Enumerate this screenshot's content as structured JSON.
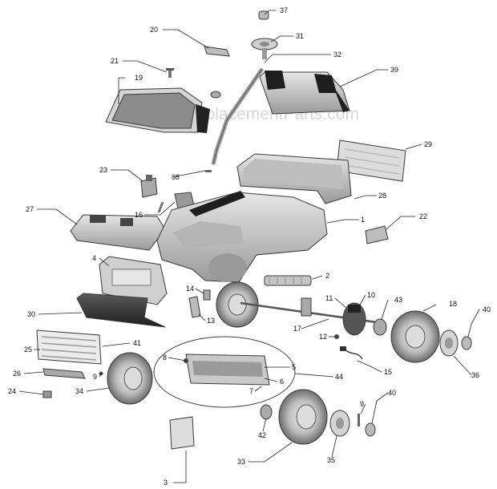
{
  "watermark": "eReplacementParts.com",
  "callouts": [
    {
      "id": "c1",
      "label": "1"
    },
    {
      "id": "c2",
      "label": "2"
    },
    {
      "id": "c3",
      "label": "3"
    },
    {
      "id": "c4",
      "label": "4"
    },
    {
      "id": "c5",
      "label": "5"
    },
    {
      "id": "c6",
      "label": "6"
    },
    {
      "id": "c7",
      "label": "7"
    },
    {
      "id": "c8",
      "label": "8"
    },
    {
      "id": "c9a",
      "label": "9"
    },
    {
      "id": "c9b",
      "label": "9"
    },
    {
      "id": "c10",
      "label": "10"
    },
    {
      "id": "c11",
      "label": "11"
    },
    {
      "id": "c12",
      "label": "12"
    },
    {
      "id": "c13",
      "label": "13"
    },
    {
      "id": "c14",
      "label": "14"
    },
    {
      "id": "c15",
      "label": "15"
    },
    {
      "id": "c16",
      "label": "16"
    },
    {
      "id": "c17",
      "label": "17"
    },
    {
      "id": "c18",
      "label": "18"
    },
    {
      "id": "c19",
      "label": "19"
    },
    {
      "id": "c20",
      "label": "20"
    },
    {
      "id": "c21",
      "label": "21"
    },
    {
      "id": "c22",
      "label": "22"
    },
    {
      "id": "c23",
      "label": "23"
    },
    {
      "id": "c24",
      "label": "24"
    },
    {
      "id": "c25",
      "label": "25"
    },
    {
      "id": "c26",
      "label": "26"
    },
    {
      "id": "c27",
      "label": "27"
    },
    {
      "id": "c28",
      "label": "28"
    },
    {
      "id": "c29",
      "label": "29"
    },
    {
      "id": "c30",
      "label": "30"
    },
    {
      "id": "c31",
      "label": "31"
    },
    {
      "id": "c32",
      "label": "32"
    },
    {
      "id": "c33",
      "label": "33"
    },
    {
      "id": "c34",
      "label": "34"
    },
    {
      "id": "c35",
      "label": "35"
    },
    {
      "id": "c36",
      "label": "36"
    },
    {
      "id": "c37",
      "label": "37"
    },
    {
      "id": "c38",
      "label": "38"
    },
    {
      "id": "c39",
      "label": "39"
    },
    {
      "id": "c40a",
      "label": "40"
    },
    {
      "id": "c40b",
      "label": "40"
    },
    {
      "id": "c41",
      "label": "41"
    },
    {
      "id": "c42",
      "label": "42"
    },
    {
      "id": "c43",
      "label": "43"
    },
    {
      "id": "c44",
      "label": "44"
    }
  ]
}
